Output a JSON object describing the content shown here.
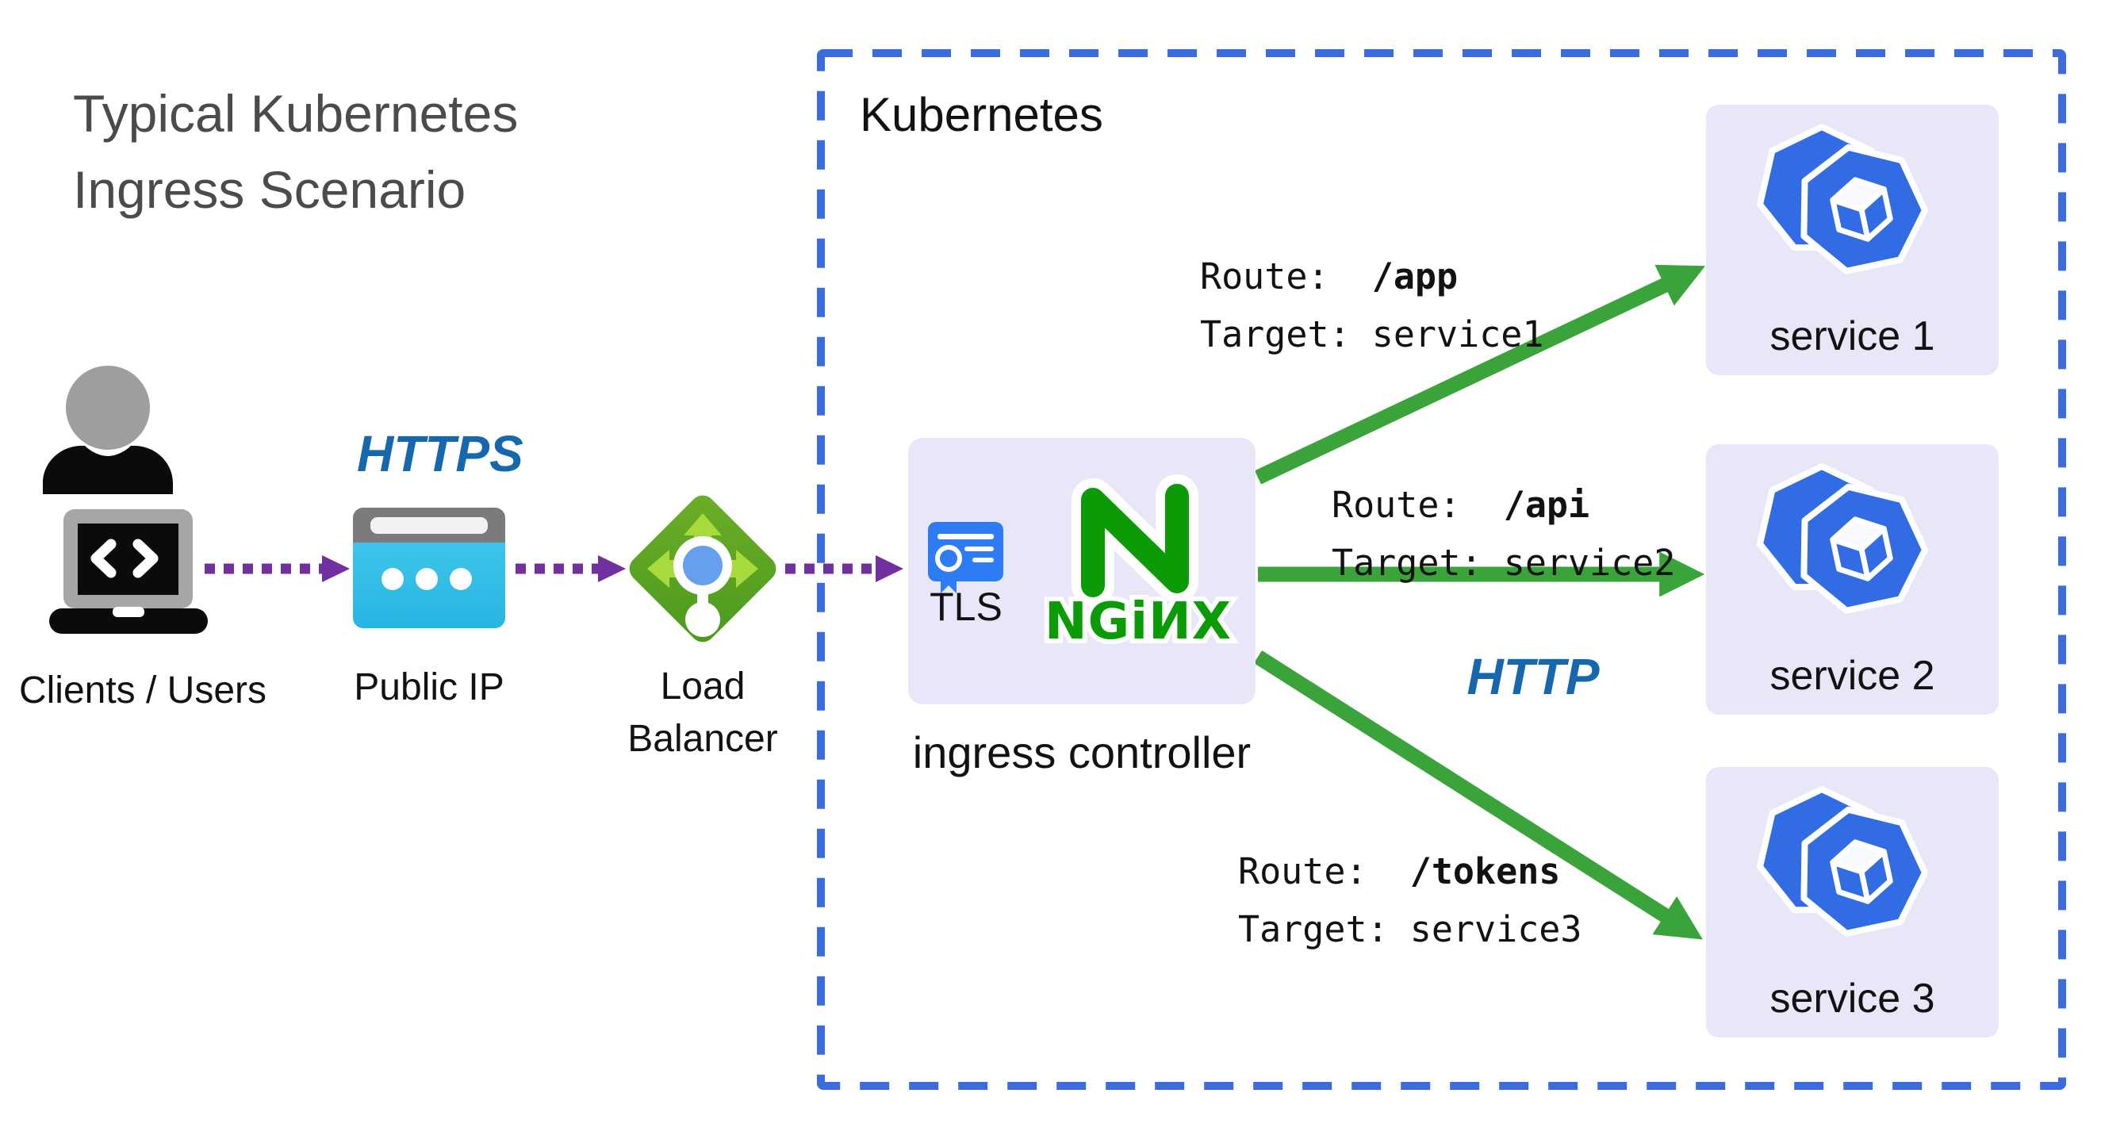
{
  "title": {
    "line1": "Typical Kubernetes",
    "line2": "Ingress Scenario"
  },
  "cluster": {
    "label": "Kubernetes"
  },
  "nodes": {
    "clients": {
      "label": "Clients / Users"
    },
    "public_ip": {
      "label": "Public IP"
    },
    "load_balancer": {
      "label_line1": "Load",
      "label_line2": "Balancer"
    },
    "ingress": {
      "label": "ingress controller",
      "tls_label": "TLS",
      "nginx_wordmark": "NGiИX"
    }
  },
  "protocols": {
    "https": "HTTPS",
    "http": "HTTP"
  },
  "routes": [
    {
      "route_prefix": "Route:  ",
      "path": "/app",
      "target_prefix": "Target: ",
      "target": "service1"
    },
    {
      "route_prefix": "Route:  ",
      "path": "/api",
      "target_prefix": "Target: ",
      "target": "service2"
    },
    {
      "route_prefix": "Route:  ",
      "path": "/tokens",
      "target_prefix": "Target: ",
      "target": "service3"
    }
  ],
  "services": [
    {
      "label": "service 1"
    },
    {
      "label": "service 2"
    },
    {
      "label": "service 3"
    }
  ],
  "colors": {
    "purple": "#7030A0",
    "green": "#3AA33A",
    "k8sBorder": "#3A6CDD",
    "k8sBlue": "#326CE5",
    "nginxGreen": "#0A9B06",
    "protoBlue": "#1668AE",
    "lavender": "#E7E7F8",
    "titleGray": "#4B4B4B",
    "tlsBlue": "#2E7CF5"
  }
}
